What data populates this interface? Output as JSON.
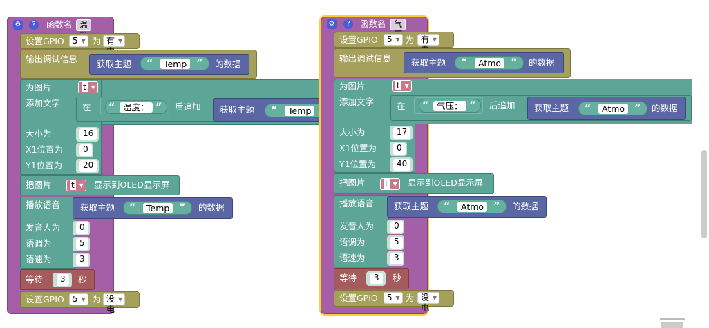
{
  "stacks": [
    {
      "fn_label": "函数名",
      "fn_name": "温度",
      "set1": {
        "label": "设置GPIO",
        "pin": "5",
        "as": "为",
        "state": "有电"
      },
      "debug": {
        "label": "输出调试信息",
        "get": "获取主题",
        "topic": "Temp",
        "data": "的数据"
      },
      "image": {
        "label": "为图片",
        "var": "t"
      },
      "addtext": {
        "label": "添加文字",
        "at": "在",
        "prefix": "温度：",
        "append": "后追加",
        "get": "获取主题",
        "topic": "Temp"
      },
      "size": {
        "label": "大小为",
        "value": "16"
      },
      "x1": {
        "label": "X1位置为",
        "value": "0"
      },
      "y1": {
        "label": "Y1位置为",
        "value": "20"
      },
      "show": {
        "label": "把图片",
        "var": "t",
        "suffix": "显示到OLED显示屏"
      },
      "speak": {
        "label": "播放语音",
        "get": "获取主题",
        "topic": "Temp",
        "data": "的数据"
      },
      "speaker": {
        "label": "发音人为",
        "value": "0"
      },
      "pitch": {
        "label": "语调为",
        "value": "5"
      },
      "speed": {
        "label": "语速为",
        "value": "3"
      },
      "wait": {
        "label": "等待",
        "value": "3",
        "unit": "秒"
      },
      "set2": {
        "label": "设置GPIO",
        "pin": "5",
        "as": "为",
        "state": "没电"
      }
    },
    {
      "fn_label": "函数名",
      "fn_name": "气压",
      "set1": {
        "label": "设置GPIO",
        "pin": "5",
        "as": "为",
        "state": "有电"
      },
      "debug": {
        "label": "输出调试信息",
        "get": "获取主题",
        "topic": "Atmo",
        "data": "的数据"
      },
      "image": {
        "label": "为图片",
        "var": "t"
      },
      "addtext": {
        "label": "添加文字",
        "at": "在",
        "prefix": "气压：",
        "append": "后追加",
        "get": "获取主题",
        "topic": "Atmo",
        "data": "的数据"
      },
      "size": {
        "label": "大小为",
        "value": "17"
      },
      "x1": {
        "label": "X1位置为",
        "value": "0"
      },
      "y1": {
        "label": "Y1位置为",
        "value": "40"
      },
      "show": {
        "label": "把图片",
        "var": "t",
        "suffix": "显示到OLED显示屏"
      },
      "speak": {
        "label": "播放语音",
        "get": "获取主题",
        "topic": "Atmo",
        "data": "的数据"
      },
      "speaker": {
        "label": "发音人为",
        "value": "0"
      },
      "pitch": {
        "label": "语调为",
        "value": "5"
      },
      "speed": {
        "label": "语速为",
        "value": "3"
      },
      "wait": {
        "label": "等待",
        "value": "3",
        "unit": "秒"
      },
      "set2": {
        "label": "设置GPIO",
        "pin": "5",
        "as": "为",
        "state": "没电"
      }
    }
  ],
  "icons": {
    "gear": "gear-icon",
    "help": "help-icon",
    "trash": "trash-icon"
  },
  "colors": {
    "function": "#a55fa6",
    "gpio": "#a5a05b",
    "oled": "#5ca597",
    "topic": "#5b67a5",
    "wait": "#a55b5b",
    "variable": "#a55b80",
    "selected_outline": "#ffcc33"
  }
}
